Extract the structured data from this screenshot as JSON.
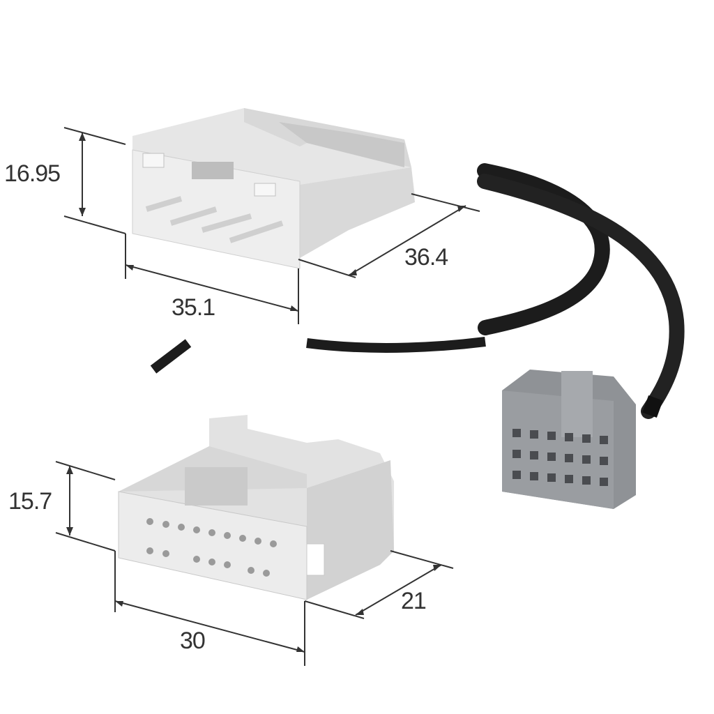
{
  "figure": {
    "description": "Connector product diagram with dimension callouts",
    "colors": {
      "connector_light": "#e4e4e4",
      "connector_mid": "#cfcfcf",
      "connector_dark": "#b8b8b8",
      "harness_connector": "#8f9296",
      "cable": "#1c1c1c",
      "dimension_line": "#333333"
    }
  },
  "top_connector": {
    "dimensions": {
      "height": "16.95",
      "width": "35.1",
      "depth": "36.4"
    }
  },
  "bottom_connector": {
    "dimensions": {
      "height": "15.7",
      "width": "30",
      "depth": "21"
    }
  },
  "harness": {
    "cable_type": "braided-sleeve",
    "connector_color": "gray"
  }
}
